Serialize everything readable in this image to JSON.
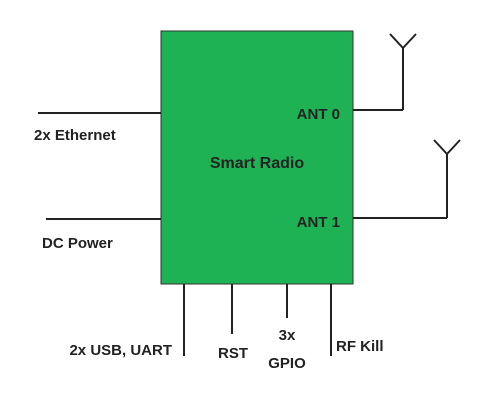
{
  "block": {
    "title": "Smart Radio",
    "fill_color": "#1fb255",
    "border_color": "#333333"
  },
  "ports": {
    "ant0": "ANT 0",
    "ant1": "ANT 1",
    "ethernet": "2x Ethernet",
    "dc_power": "DC Power",
    "usb_uart": "2x USB, UART",
    "rst": "RST",
    "gpio_line1": "3x",
    "gpio_line2": "GPIO",
    "rf_kill": "RF Kill"
  },
  "colors": {
    "text": "#222222",
    "line": "#222222"
  }
}
